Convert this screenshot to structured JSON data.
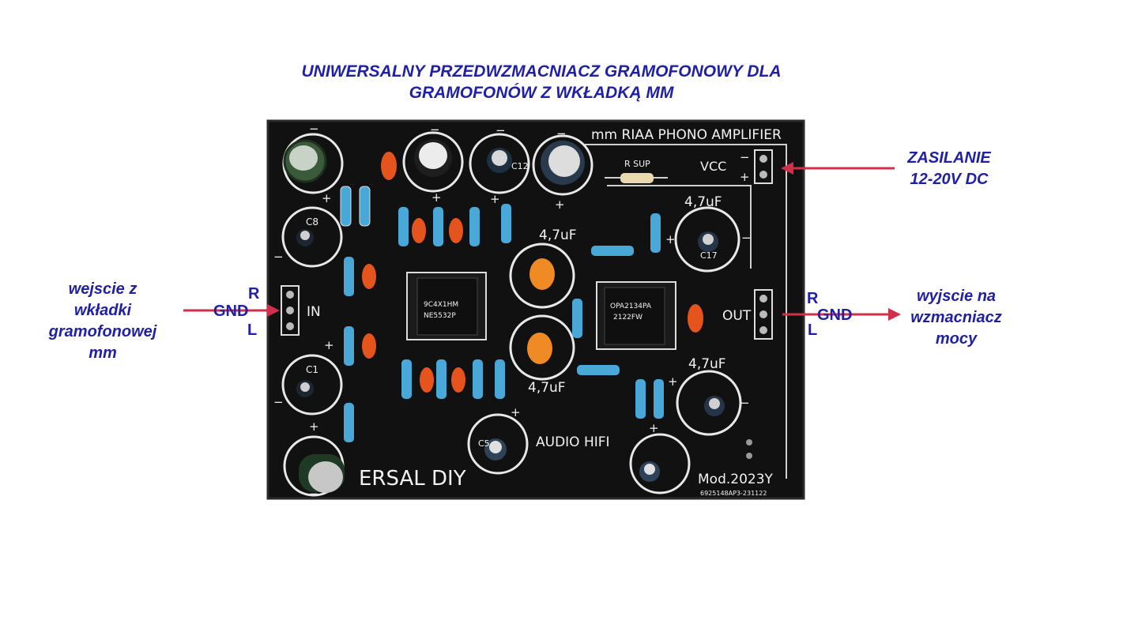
{
  "title": {
    "line1": "UNIWERSALNY PRZEDWZMACNIACZ GRAMOFONOWY  DLA",
    "line2": "GRAMOFONÓW Z WKŁADKĄ MM"
  },
  "callouts": {
    "input": [
      "wejscie z",
      "wkładki",
      "gramofonowej",
      "mm"
    ],
    "output": [
      "wyjscie na",
      "wzmacniacz",
      "mocy"
    ],
    "power": [
      "ZASILANIE",
      "12-20V DC"
    ]
  },
  "pins": {
    "in_r": "R",
    "in_gnd": "GND",
    "in_l": "L",
    "out_r": "R",
    "out_gnd": "GND",
    "out_l": "L"
  },
  "pcb": {
    "header": "mm RIAA PHONO AMPLIFIER",
    "vcc": "VCC",
    "rsup": "R SUP",
    "in": "IN",
    "out": "OUT",
    "brand": "ERSAL DIY",
    "audio": "AUDIO HIFI",
    "model": "Mod.2023Y",
    "serial": "6925148AP3-231122",
    "cap_47_top_right": "4,7uF",
    "cap_47_center_top": "4,7uF",
    "cap_47_center_bottom": "4,7uF",
    "cap_47_bottom_right": "4,7uF",
    "c8": "C8",
    "c1": "C1",
    "c12": "C12",
    "c17": "C17",
    "c5": "C5",
    "plus": "+",
    "minus": "−",
    "ic1_text": "NE5532P",
    "ic1_code": "9C4X1HM",
    "ic2_text": "OPA2134PA",
    "ic2_code": "2122FW"
  },
  "colors": {
    "callout_text": "#1f1fa8",
    "arrow": "#d0304a",
    "pcb_black": "#111111",
    "silkscreen": "#f2f2f2",
    "resistor_body": "#4aa8d8",
    "ceramic_cap": "#e6541e",
    "tantalum_cap": "#f08a24"
  }
}
